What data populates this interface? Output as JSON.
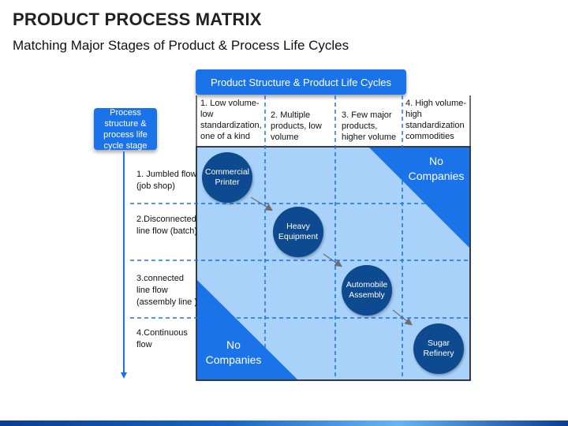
{
  "title": "PRODUCT PROCESS MATRIX",
  "subtitle": "Matching Major Stages of Product & Process Life Cycles",
  "product_box": "Product Structure & Product Life Cycles",
  "process_box": "Process structure & process life cycle stage",
  "stages": [
    "1. Low volume-low standardization, one of a kind",
    "2. Multiple products, low volume",
    "3. Few major products, higher volume",
    "4. High volume-high standardization commodities"
  ],
  "rows": [
    "1. Jumbled flow (job shop)",
    "2.Disconnected line flow (batch)",
    "3.connected line flow (assembly line )",
    "4.Continuous flow"
  ],
  "circles": [
    "Commercial Printer",
    "Heavy Equipment",
    "Automobile Assembly",
    "Sugar Refinery"
  ],
  "no_companies": "No Companies",
  "colors": {
    "accent": "#1a73e8",
    "dark_blue": "#0d4a8f",
    "matrix_fill": "#a9d2fb",
    "triangle": "#1a73e8",
    "dash": "#1a73e8"
  }
}
